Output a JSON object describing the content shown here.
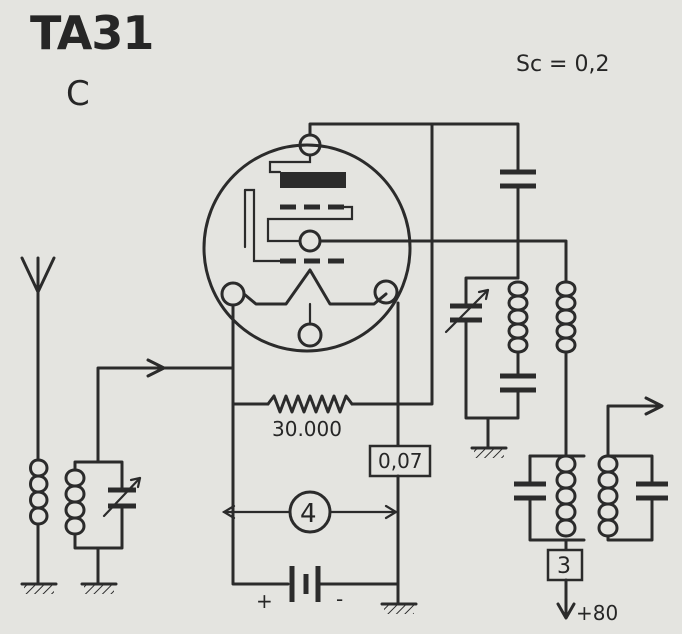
{
  "title": "TA31",
  "subtitle": "C",
  "sc_label": "Sc = 0,2",
  "resistor_value": "30.000",
  "filament_current": "0,07",
  "filament_voltage": "4",
  "plate_current": "3",
  "plate_supply": "+80",
  "battery_plus": "+",
  "battery_minus": "-"
}
